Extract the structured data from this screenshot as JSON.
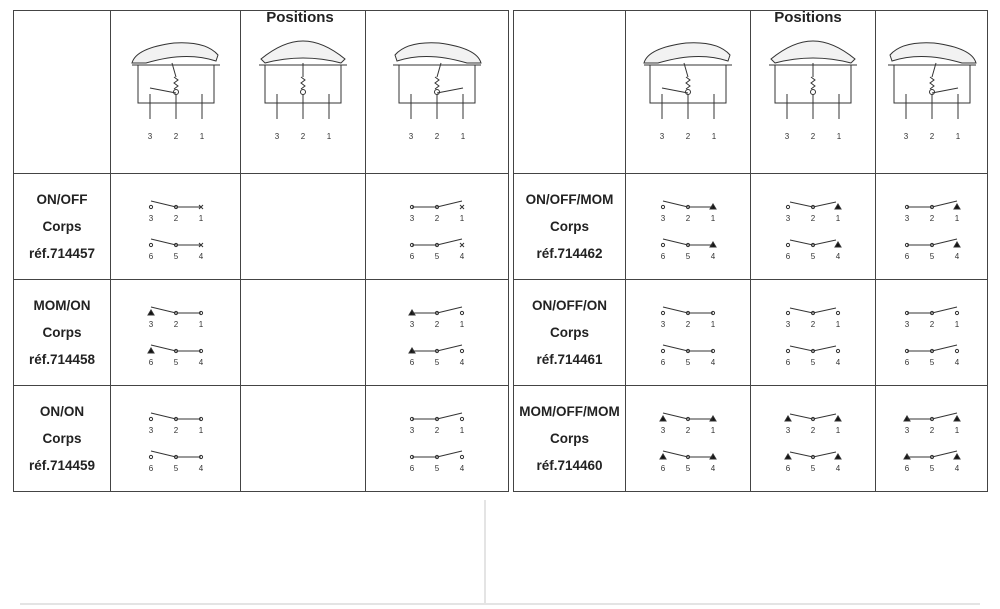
{
  "positions_title": "Positions",
  "terminal_labels": [
    "3",
    "2",
    "1"
  ],
  "left_table": {
    "rows": [
      {
        "label": "ON/OFF",
        "body": "Corps",
        "ref": "réf.714457"
      },
      {
        "label": "MOM/ON",
        "body": "Corps",
        "ref": "réf.714458"
      },
      {
        "label": "ON/ON",
        "body": "Corps",
        "ref": "réf.714459"
      }
    ]
  },
  "right_table": {
    "rows": [
      {
        "label": "ON/OFF/MOM",
        "body": "Corps",
        "ref": "réf.714462"
      },
      {
        "label": "ON/OFF/ON",
        "body": "Corps",
        "ref": "réf.714461"
      },
      {
        "label": "MOM/OFF/MOM",
        "body": "Corps",
        "ref": "réf.714460"
      }
    ]
  },
  "contact_labels": {
    "top": [
      "3",
      "2",
      "1"
    ],
    "bottom": [
      "6",
      "5",
      "4"
    ]
  }
}
